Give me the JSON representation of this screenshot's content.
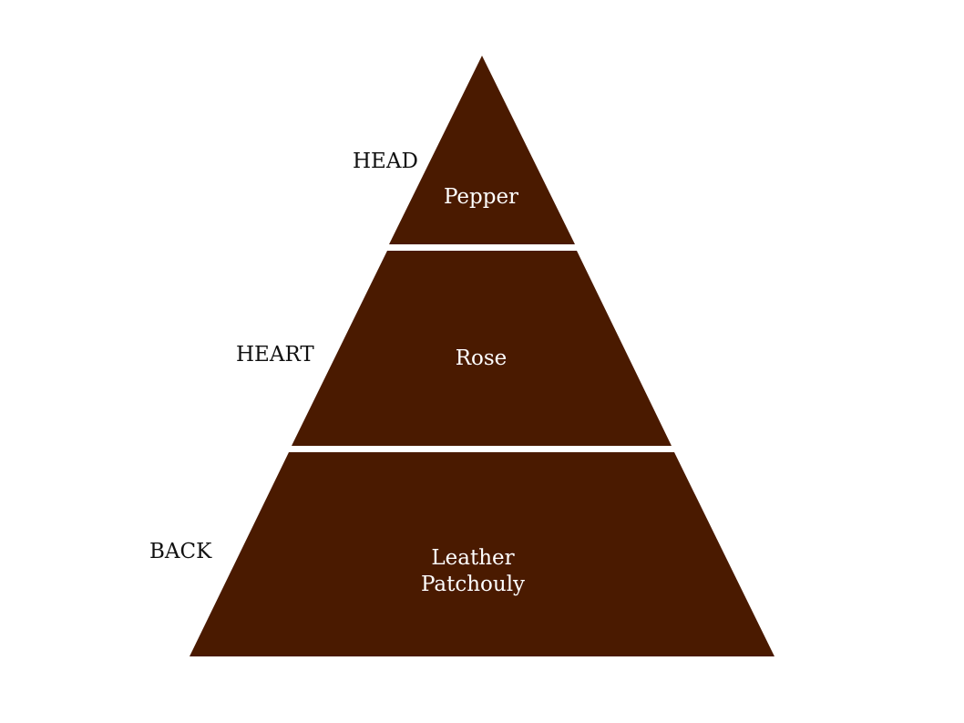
{
  "pyramid": {
    "fill_color": "#4a1a00",
    "separator_color": "#ffffff",
    "tiers": [
      {
        "side_label": "HEAD",
        "notes": [
          "Pepper"
        ]
      },
      {
        "side_label": "HEART",
        "notes": [
          "Rose"
        ]
      },
      {
        "side_label": "BACK",
        "notes": [
          "Leather",
          "Patchouly"
        ]
      }
    ]
  }
}
